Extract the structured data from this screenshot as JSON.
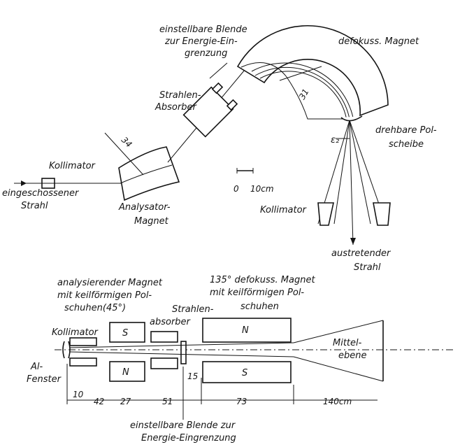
{
  "top": {
    "blende_top": [
      "einstellbare Blende",
      "zur Energie-Ein-",
      "grenzung"
    ],
    "defokuss_magnet": "defokuss. Magnet",
    "strahlen_absorber": [
      "Strahlen-",
      "Absorber"
    ],
    "kollimator_left": "Kollimator",
    "eingeschossener": [
      "eingeschossener",
      "Strahl"
    ],
    "analysator": [
      "Analysator-",
      "Magnet"
    ],
    "dim_34": "34",
    "dim_31": "31",
    "epsilon": "ε₂",
    "drehbare": [
      "drehbare Pol-",
      "scheibe"
    ],
    "scale_0": "0",
    "scale_10": "10cm",
    "kollimator_right": "Kollimator",
    "austretender": [
      "austretender",
      "Strahl"
    ]
  },
  "bottom": {
    "analysierender": [
      "analysierender Magnet",
      "mit keilförmigen Pol-",
      "schuhen(45°)"
    ],
    "magnet135": [
      "135° defokuss. Magnet",
      "mit keilförmigen Pol-",
      "schuhen"
    ],
    "strahlen_absorber": [
      "Strahlen-",
      "absorber"
    ],
    "kollimator": "Kollimator",
    "pole_s_top": "S",
    "pole_n_bottom": "N",
    "pole_n_big": "N",
    "pole_s_big": "S",
    "mittel": [
      "Mittel-",
      "ebene"
    ],
    "al_fenster": [
      "Al-",
      "Fenster"
    ],
    "dims": [
      "10",
      "42",
      "27",
      "51",
      "15",
      "73",
      "140cm"
    ],
    "blende_bottom": [
      "einstellbare Blende zur",
      "Energie-Eingrenzung"
    ]
  }
}
